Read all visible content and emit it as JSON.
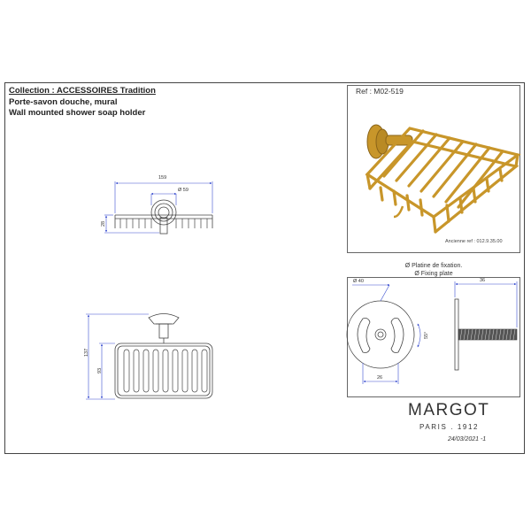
{
  "title": {
    "collection": "Collection : ACCESSOIRES Tradition",
    "name_fr": "Porte-savon douche, mural",
    "name_en": "Wall mounted shower soap holder"
  },
  "reference": {
    "label": "Ref : M02-519",
    "old_ref": "Ancienne ref : 012.9.35.00"
  },
  "top_view_dims": {
    "width": "159",
    "diameter": "Ø 59",
    "depth": "28"
  },
  "front_view_dims": {
    "total_height": "137",
    "basket_height": "93"
  },
  "fixing_plate": {
    "caption_fr": "Ø Platine de fixation.",
    "caption_en": "Ø Fixing plate",
    "diameter": "Ø 40",
    "hole_spacing": "26",
    "angle": "55°",
    "screw_length": "36"
  },
  "brand": {
    "name": "MARGOT",
    "subtitle": "PARIS . 1912",
    "date": "24/03/2021 -1"
  },
  "colors": {
    "line": "#444444",
    "dimension": "#3a4fd0",
    "brass": "#c8962a"
  }
}
